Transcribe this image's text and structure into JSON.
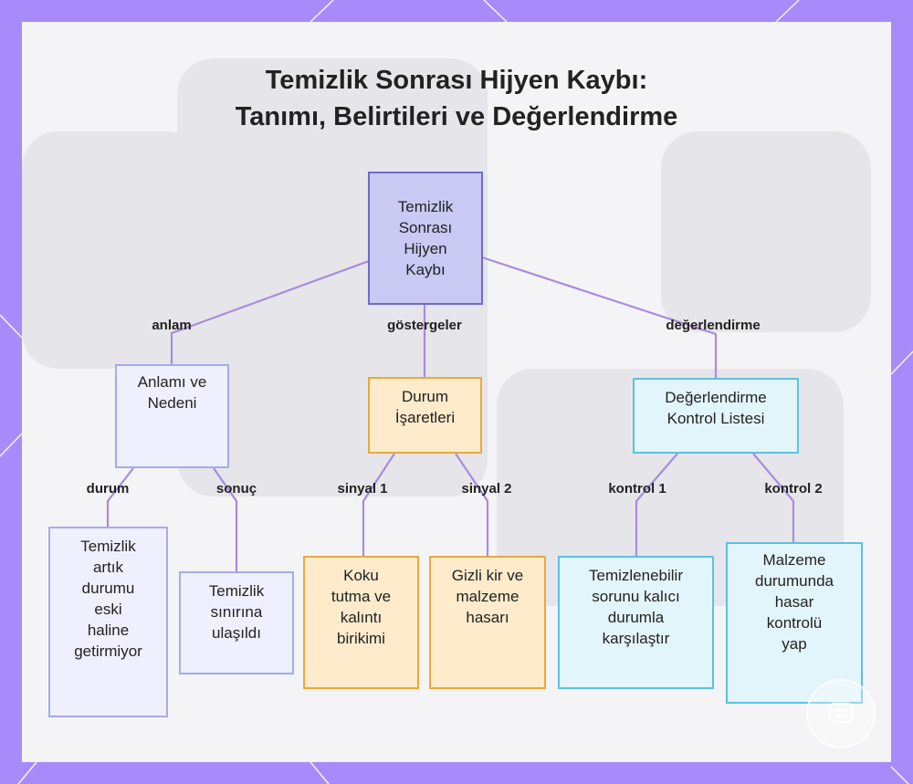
{
  "title": {
    "line1": "Temizlik Sonrası Hijyen Kaybı:",
    "line2": "Tanımı, Belirtileri ve Değerlendirme"
  },
  "nodes": {
    "root": "Temizlik\nSonrası\nHijyen\nKaybı",
    "meaning": "Anlamı ve\nNedeni",
    "signs": "Durum\nİşaretleri",
    "checklist": "Değerlendirme\nKontrol Listesi",
    "no_restore": "Temizlik\nartık\ndurumu\neski\nhaline\ngetirmiyor",
    "limit": "Temizlik\nsınırına\nulaşıldı",
    "odor": "Koku\ntutma ve\nkalıntı\nbirikimi",
    "hidden_dirt": "Gizli kir ve\nmalzeme\nhasarı",
    "permanent": "Temizlenebilir\nsorunu kalıcı\ndurumla\nkarşılaştır",
    "material_check": "Malzeme\ndurumunda\nhasar\nkontrolü\nyap"
  },
  "edge_labels": {
    "meaning": "anlam",
    "signs": "göstergeler",
    "evaluation": "değerlendirme",
    "state": "durum",
    "result": "sonuç",
    "signal1": "sinyal 1",
    "signal2": "sinyal 2",
    "check1": "kontrol 1",
    "check2": "kontrol 2"
  },
  "colors": {
    "frame": "#a78bfa",
    "panel": "#f4f4f6",
    "edge": "#a78bdf"
  },
  "icons": {
    "badge": "chat-bubble-icon"
  }
}
